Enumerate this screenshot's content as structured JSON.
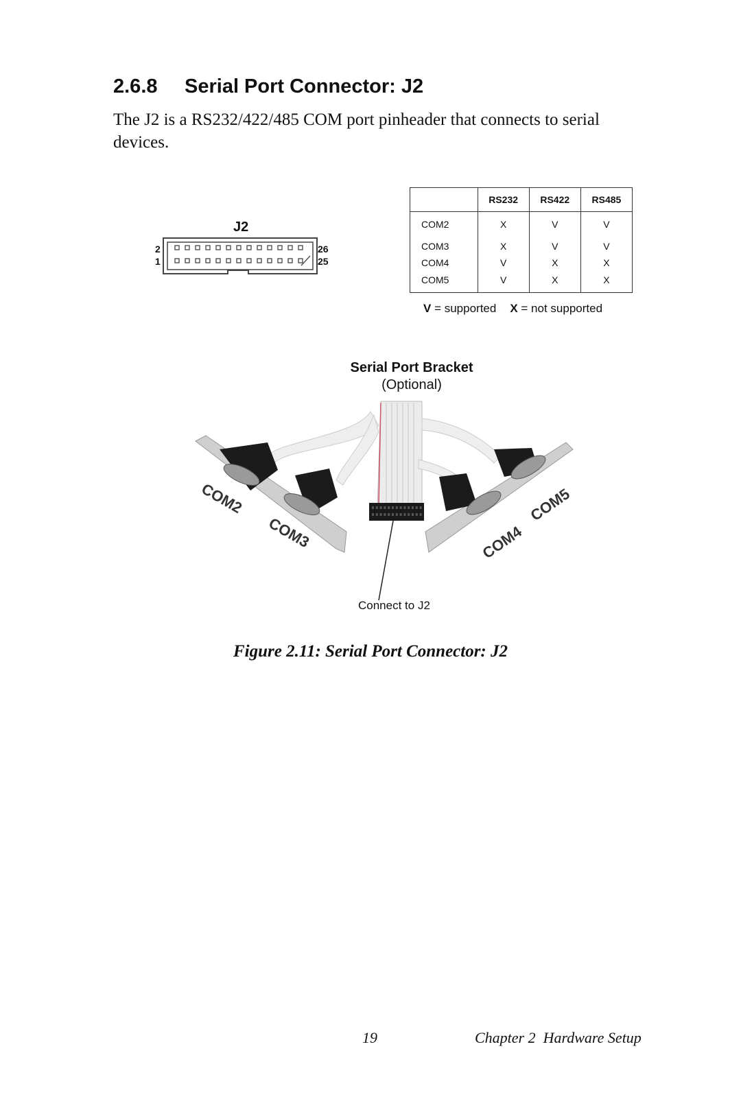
{
  "section": {
    "number": "2.6.8",
    "title": "Serial Port Connector: J2",
    "body": "The J2 is a RS232/422/485 COM port pinheader that connects to serial devices."
  },
  "header_diagram": {
    "title": "J2",
    "pins": {
      "top_left": "2",
      "bottom_left": "1",
      "top_right": "26",
      "bottom_right": "25"
    }
  },
  "support_table": {
    "columns": [
      "",
      "RS232",
      "RS422",
      "RS485"
    ],
    "rows": [
      [
        "COM2",
        "X",
        "V",
        "V"
      ],
      [
        "COM3",
        "X",
        "V",
        "V"
      ],
      [
        "COM4",
        "V",
        "X",
        "X"
      ],
      [
        "COM5",
        "V",
        "X",
        "X"
      ]
    ]
  },
  "legend": {
    "v_symbol": "V",
    "v_text": " = supported",
    "x_symbol": "X",
    "x_text": " = not supported"
  },
  "bracket": {
    "title": "Serial Port Bracket",
    "subtitle": "(Optional)",
    "port_labels": [
      "COM2",
      "COM3",
      "COM4",
      "COM5"
    ],
    "connect_label": "Connect to J2"
  },
  "caption": "Figure 2.11: Serial Port Connector: J2",
  "footer": {
    "page_number": "19",
    "chapter": "Chapter 2  Hardware Setup"
  }
}
